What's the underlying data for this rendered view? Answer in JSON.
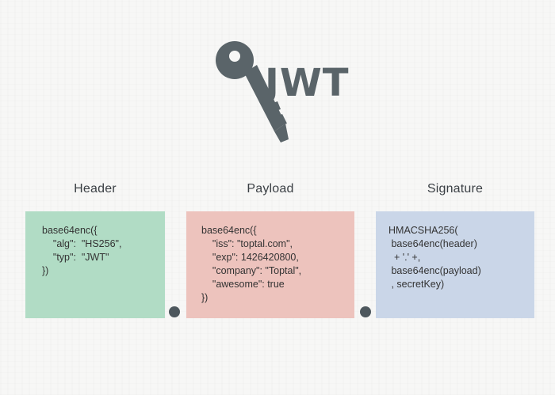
{
  "logo": {
    "text": "JWT",
    "icon": "key-icon",
    "color": "#5a6469"
  },
  "sections": [
    {
      "title": "Header",
      "color": "#b1dcc5",
      "lines": [
        "base64enc({",
        "    \"alg\":  \"HS256\",",
        "    \"typ\":  \"JWT\"",
        "})"
      ]
    },
    {
      "title": "Payload",
      "color": "#edc3bd",
      "lines": [
        "base64enc({",
        "    \"iss\": \"toptal.com\",",
        "    \"exp\": 1426420800,",
        "    \"company\": \"Toptal\",",
        "    \"awesome\": true",
        "})"
      ]
    },
    {
      "title": "Signature",
      "color": "#cad6e8",
      "lines": [
        "HMACSHA256(",
        " base64enc(header)",
        "  + '.' +,",
        " base64enc(payload)",
        " , secretKey)"
      ]
    }
  ],
  "separator_color": "#4d575d"
}
